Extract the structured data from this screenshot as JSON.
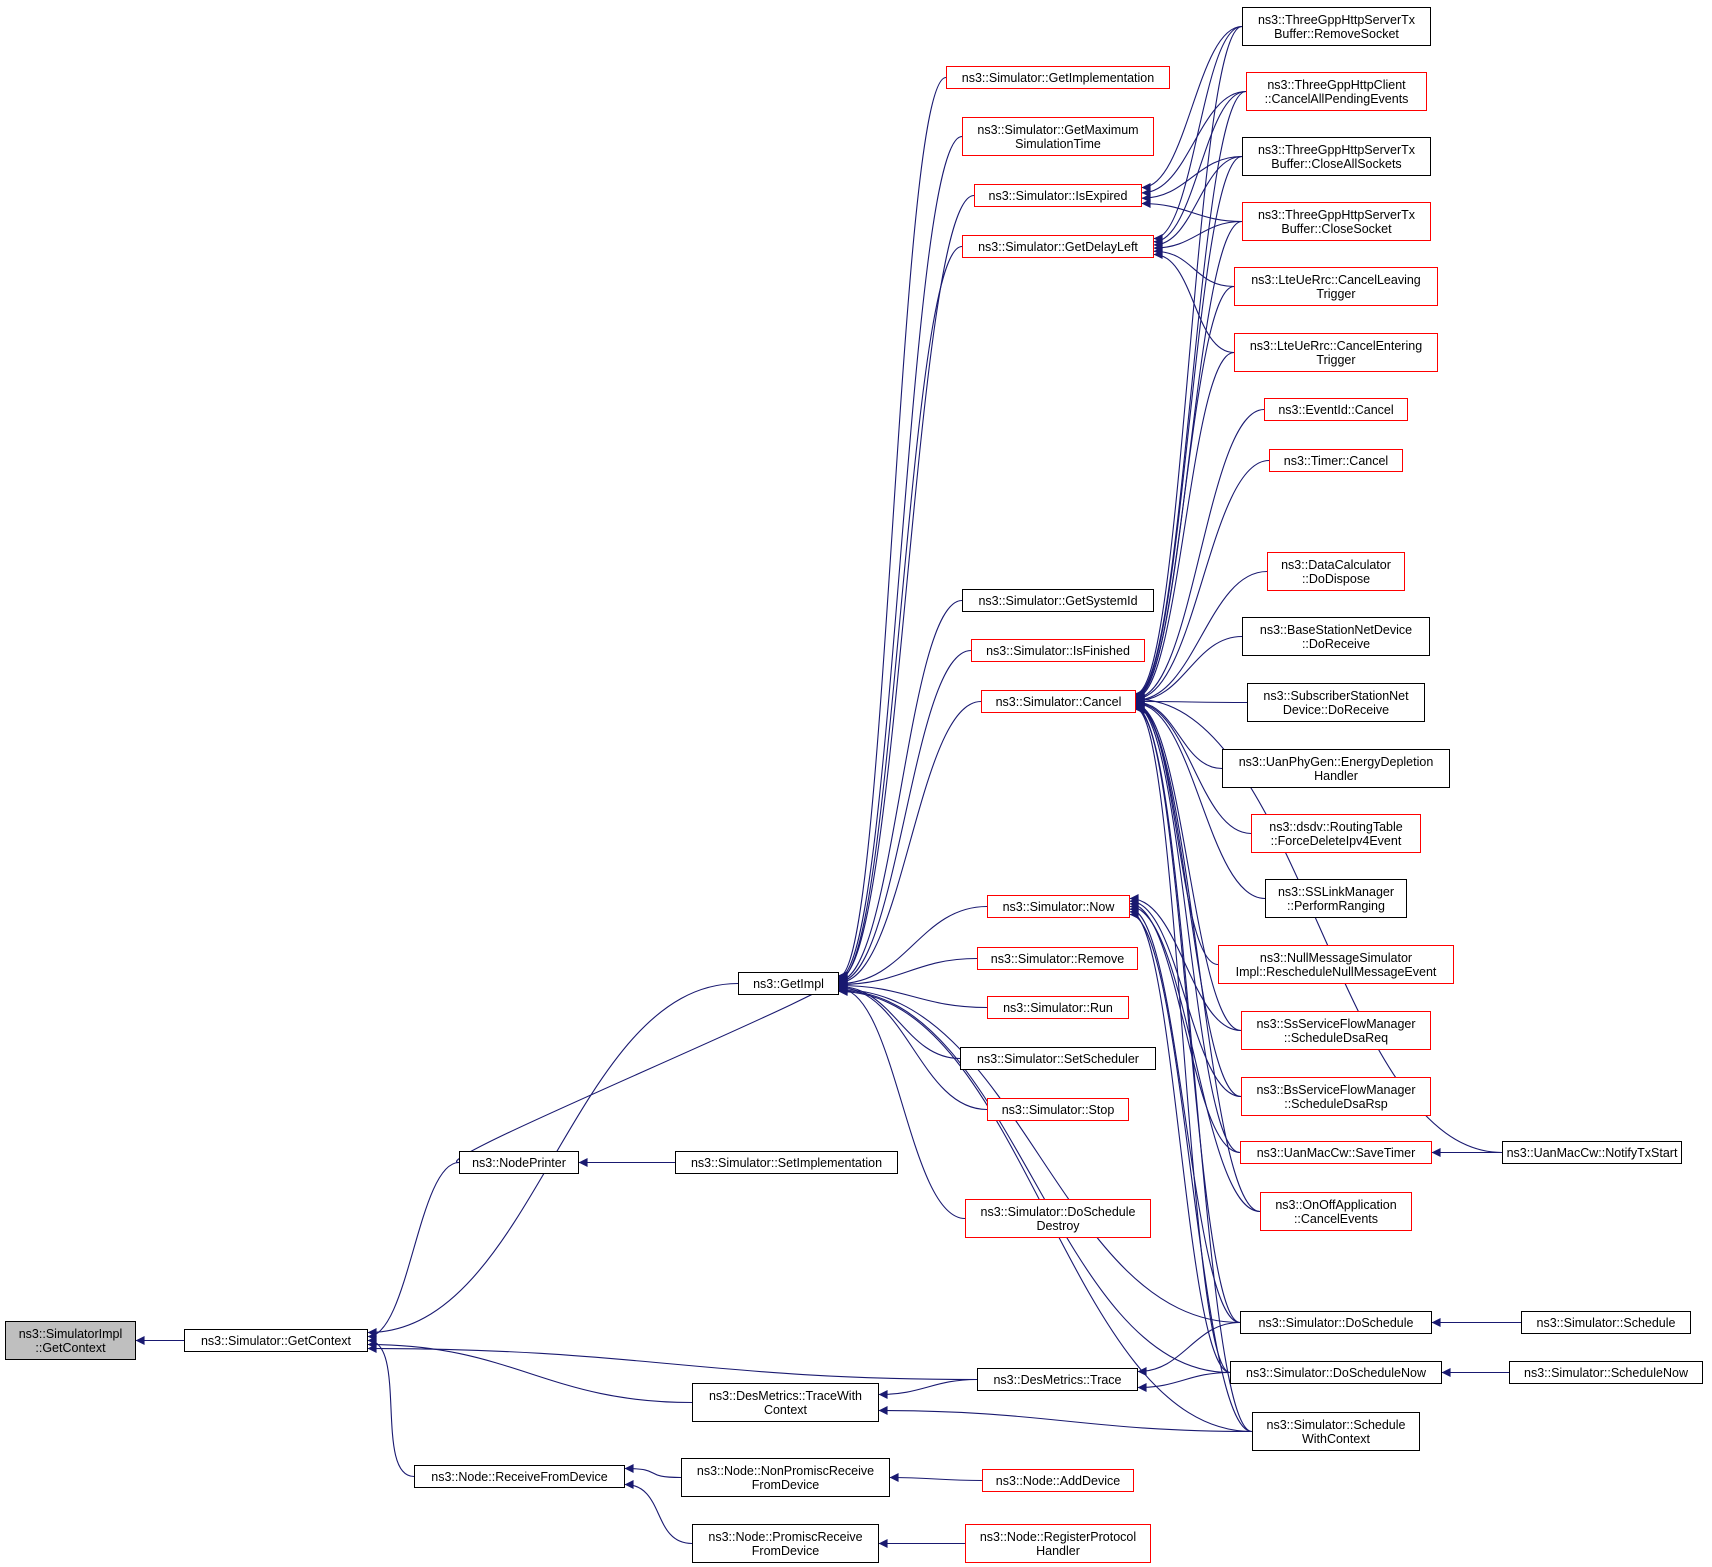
{
  "colors": {
    "edge": "#191970",
    "border": "#000000",
    "truncated_border": "#ff0000",
    "root_fill": "#bfbfbf"
  },
  "nodes": {
    "root": {
      "label": "ns3::SimulatorImpl\n::GetContext",
      "truncated": false
    },
    "sim_getcontext": {
      "label": "ns3::Simulator::GetContext",
      "truncated": false
    },
    "getimpl": {
      "label": "ns3::GetImpl",
      "truncated": false
    },
    "nodeprinter": {
      "label": "ns3::NodePrinter",
      "truncated": false
    },
    "node_receive": {
      "label": "ns3::Node::ReceiveFromDevice",
      "truncated": false
    },
    "desmetrics_twc": {
      "label": "ns3::DesMetrics::TraceWith\nContext",
      "truncated": false
    },
    "node_nonpromisc": {
      "label": "ns3::Node::NonPromiscReceive\nFromDevice",
      "truncated": false
    },
    "node_promisc": {
      "label": "ns3::Node::PromiscReceive\nFromDevice",
      "truncated": false
    },
    "sim_setimpl": {
      "label": "ns3::Simulator::SetImplementation",
      "truncated": false
    },
    "sim_getimplementation": {
      "label": "ns3::Simulator::GetImplementation",
      "truncated": true
    },
    "sim_getmaxtime": {
      "label": "ns3::Simulator::GetMaximum\nSimulationTime",
      "truncated": true
    },
    "sim_isexpired": {
      "label": "ns3::Simulator::IsExpired",
      "truncated": true
    },
    "sim_getdelayleft": {
      "label": "ns3::Simulator::GetDelayLeft",
      "truncated": true
    },
    "sim_getsystemid": {
      "label": "ns3::Simulator::GetSystemId",
      "truncated": false
    },
    "sim_isfinished": {
      "label": "ns3::Simulator::IsFinished",
      "truncated": true
    },
    "sim_cancel": {
      "label": "ns3::Simulator::Cancel",
      "truncated": true
    },
    "sim_now": {
      "label": "ns3::Simulator::Now",
      "truncated": true
    },
    "sim_remove": {
      "label": "ns3::Simulator::Remove",
      "truncated": true
    },
    "sim_run": {
      "label": "ns3::Simulator::Run",
      "truncated": true
    },
    "sim_setscheduler": {
      "label": "ns3::Simulator::SetScheduler",
      "truncated": false
    },
    "sim_stop": {
      "label": "ns3::Simulator::Stop",
      "truncated": true
    },
    "sim_doschedule_destroy": {
      "label": "ns3::Simulator::DoSchedule\nDestroy",
      "truncated": true
    },
    "desmetrics_trace": {
      "label": "ns3::DesMetrics::Trace",
      "truncated": false
    },
    "node_adddevice": {
      "label": "ns3::Node::AddDevice",
      "truncated": true
    },
    "node_registerprotocol": {
      "label": "ns3::Node::RegisterProtocol\nHandler",
      "truncated": true
    },
    "tgpp_server_removesocket": {
      "label": "ns3::ThreeGppHttpServerTx\nBuffer::RemoveSocket",
      "truncated": false
    },
    "tgpp_client_cancel": {
      "label": "ns3::ThreeGppHttpClient\n::CancelAllPendingEvents",
      "truncated": true
    },
    "tgpp_server_closeall": {
      "label": "ns3::ThreeGppHttpServerTx\nBuffer::CloseAllSockets",
      "truncated": false
    },
    "tgpp_server_close": {
      "label": "ns3::ThreeGppHttpServerTx\nBuffer::CloseSocket",
      "truncated": true
    },
    "lte_cancelleaving": {
      "label": "ns3::LteUeRrc::CancelLeaving\nTrigger",
      "truncated": true
    },
    "lte_cancelentering": {
      "label": "ns3::LteUeRrc::CancelEntering\nTrigger",
      "truncated": true
    },
    "eventid_cancel": {
      "label": "ns3::EventId::Cancel",
      "truncated": true
    },
    "timer_cancel": {
      "label": "ns3::Timer::Cancel",
      "truncated": true
    },
    "datacalc_dispose": {
      "label": "ns3::DataCalculator\n::DoDispose",
      "truncated": true
    },
    "bs_doreceive": {
      "label": "ns3::BaseStationNetDevice\n::DoReceive",
      "truncated": false
    },
    "ss_doreceive": {
      "label": "ns3::SubscriberStationNet\nDevice::DoReceive",
      "truncated": false
    },
    "uanphygen_energy": {
      "label": "ns3::UanPhyGen::EnergyDepletion\nHandler",
      "truncated": false
    },
    "dsdv_forcedelete": {
      "label": "ns3::dsdv::RoutingTable\n::ForceDeleteIpv4Event",
      "truncated": true
    },
    "sslink_ranging": {
      "label": "ns3::SSLinkManager\n::PerformRanging",
      "truncated": false
    },
    "nullmsg_reschedule": {
      "label": "ns3::NullMessageSimulator\nImpl::RescheduleNullMessageEvent",
      "truncated": true
    },
    "ssflow_dsareq": {
      "label": "ns3::SsServiceFlowManager\n::ScheduleDsaReq",
      "truncated": true
    },
    "bsflow_dsarsp": {
      "label": "ns3::BsServiceFlowManager\n::ScheduleDsaRsp",
      "truncated": true
    },
    "uanmac_savetimer": {
      "label": "ns3::UanMacCw::SaveTimer",
      "truncated": true
    },
    "onoff_cancel": {
      "label": "ns3::OnOffApplication\n::CancelEvents",
      "truncated": true
    },
    "sim_doschedule": {
      "label": "ns3::Simulator::DoSchedule",
      "truncated": false
    },
    "sim_doschedulenow": {
      "label": "ns3::Simulator::DoScheduleNow",
      "truncated": false
    },
    "sim_schedulewithcontext": {
      "label": "ns3::Simulator::Schedule\nWithContext",
      "truncated": false
    },
    "uanmac_notifytx": {
      "label": "ns3::UanMacCw::NotifyTxStart",
      "truncated": false
    },
    "sim_schedule": {
      "label": "ns3::Simulator::Schedule",
      "truncated": false
    },
    "sim_schedulenow": {
      "label": "ns3::Simulator::ScheduleNow",
      "truncated": false
    }
  },
  "edges": [
    [
      "sim_getcontext",
      "root"
    ],
    [
      "getimpl",
      "sim_getcontext"
    ],
    [
      "nodeprinter",
      "sim_getcontext"
    ],
    [
      "node_receive",
      "sim_getcontext"
    ],
    [
      "desmetrics_twc",
      "sim_getcontext"
    ],
    [
      "desmetrics_trace",
      "sim_getcontext"
    ],
    [
      "nodeprinter",
      "getimpl"
    ],
    [
      "sim_setimpl",
      "nodeprinter"
    ],
    [
      "node_nonpromisc",
      "node_receive"
    ],
    [
      "node_promisc",
      "node_receive"
    ],
    [
      "node_adddevice",
      "node_nonpromisc"
    ],
    [
      "node_registerprotocol",
      "node_promisc"
    ],
    [
      "desmetrics_trace",
      "desmetrics_twc"
    ],
    [
      "sim_schedulewithcontext",
      "desmetrics_twc"
    ],
    [
      "sim_doschedule",
      "desmetrics_trace"
    ],
    [
      "sim_doschedulenow",
      "desmetrics_trace"
    ],
    [
      "sim_getimplementation",
      "getimpl"
    ],
    [
      "sim_getmaxtime",
      "getimpl"
    ],
    [
      "sim_isexpired",
      "getimpl"
    ],
    [
      "sim_getdelayleft",
      "getimpl"
    ],
    [
      "sim_getsystemid",
      "getimpl"
    ],
    [
      "sim_isfinished",
      "getimpl"
    ],
    [
      "sim_cancel",
      "getimpl"
    ],
    [
      "sim_now",
      "getimpl"
    ],
    [
      "sim_remove",
      "getimpl"
    ],
    [
      "sim_run",
      "getimpl"
    ],
    [
      "sim_setscheduler",
      "getimpl"
    ],
    [
      "sim_stop",
      "getimpl"
    ],
    [
      "sim_doschedule_destroy",
      "getimpl"
    ],
    [
      "sim_doschedule",
      "getimpl"
    ],
    [
      "sim_doschedulenow",
      "getimpl"
    ],
    [
      "sim_schedulewithcontext",
      "getimpl"
    ],
    [
      "tgpp_server_removesocket",
      "sim_isexpired"
    ],
    [
      "tgpp_client_cancel",
      "sim_isexpired"
    ],
    [
      "tgpp_server_closeall",
      "sim_isexpired"
    ],
    [
      "tgpp_server_close",
      "sim_isexpired"
    ],
    [
      "tgpp_server_removesocket",
      "sim_getdelayleft"
    ],
    [
      "tgpp_client_cancel",
      "sim_getdelayleft"
    ],
    [
      "tgpp_server_closeall",
      "sim_getdelayleft"
    ],
    [
      "tgpp_server_close",
      "sim_getdelayleft"
    ],
    [
      "lte_cancelleaving",
      "sim_getdelayleft"
    ],
    [
      "lte_cancelentering",
      "sim_getdelayleft"
    ],
    [
      "tgpp_server_removesocket",
      "sim_cancel"
    ],
    [
      "tgpp_client_cancel",
      "sim_cancel"
    ],
    [
      "tgpp_server_closeall",
      "sim_cancel"
    ],
    [
      "tgpp_server_close",
      "sim_cancel"
    ],
    [
      "lte_cancelleaving",
      "sim_cancel"
    ],
    [
      "lte_cancelentering",
      "sim_cancel"
    ],
    [
      "eventid_cancel",
      "sim_cancel"
    ],
    [
      "timer_cancel",
      "sim_cancel"
    ],
    [
      "uanmac_notifytx",
      "sim_cancel"
    ],
    [
      "datacalc_dispose",
      "sim_cancel"
    ],
    [
      "bs_doreceive",
      "sim_cancel"
    ],
    [
      "ss_doreceive",
      "sim_cancel"
    ],
    [
      "uanphygen_energy",
      "sim_cancel"
    ],
    [
      "dsdv_forcedelete",
      "sim_cancel"
    ],
    [
      "sslink_ranging",
      "sim_cancel"
    ],
    [
      "nullmsg_reschedule",
      "sim_cancel"
    ],
    [
      "ssflow_dsareq",
      "sim_cancel"
    ],
    [
      "bsflow_dsarsp",
      "sim_cancel"
    ],
    [
      "uanmac_savetimer",
      "sim_cancel"
    ],
    [
      "onoff_cancel",
      "sim_cancel"
    ],
    [
      "sim_doschedule",
      "sim_cancel"
    ],
    [
      "sim_doschedulenow",
      "sim_cancel"
    ],
    [
      "sim_schedulewithcontext",
      "sim_cancel"
    ],
    [
      "ssflow_dsareq",
      "sim_now"
    ],
    [
      "bsflow_dsarsp",
      "sim_now"
    ],
    [
      "uanmac_savetimer",
      "sim_now"
    ],
    [
      "onoff_cancel",
      "sim_now"
    ],
    [
      "sim_doschedule",
      "sim_now"
    ],
    [
      "sim_doschedulenow",
      "sim_now"
    ],
    [
      "sim_schedulewithcontext",
      "sim_now"
    ],
    [
      "uanmac_notifytx",
      "uanmac_savetimer"
    ],
    [
      "sim_schedule",
      "sim_doschedule"
    ],
    [
      "sim_schedulenow",
      "sim_doschedulenow"
    ]
  ]
}
